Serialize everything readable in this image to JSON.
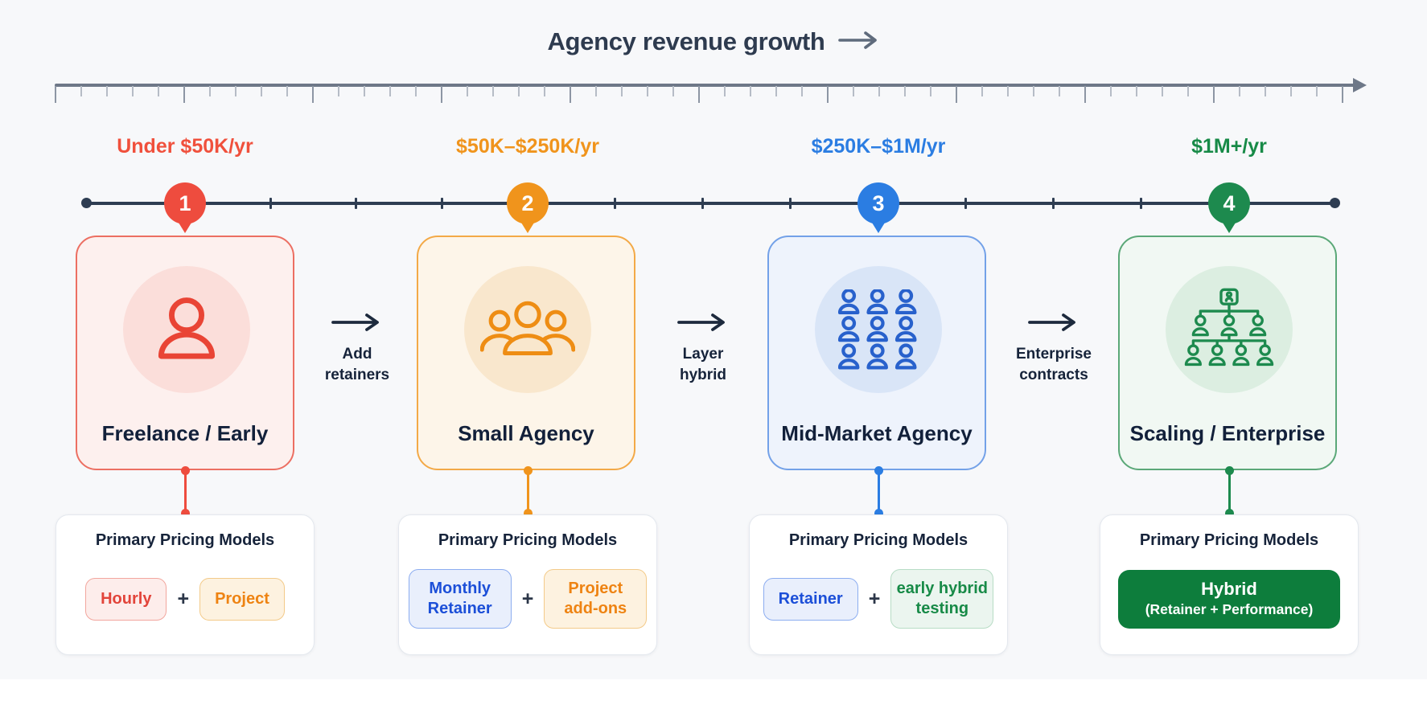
{
  "title": {
    "text": "Agency revenue growth"
  },
  "pricing_card_title": "Primary Pricing Models",
  "plus": "+",
  "transitions": [
    "Add retainers",
    "Layer hybrid",
    "Enterprise contracts"
  ],
  "stages": [
    {
      "number": "1",
      "revenue_label": "Under $50K/yr",
      "name": "Freelance / Early",
      "icon": "person-icon",
      "accent_color": "#ee4c3e",
      "pricing": {
        "pills": [
          "Hourly",
          "Project"
        ]
      }
    },
    {
      "number": "2",
      "revenue_label": "$50K–$250K/yr",
      "name": "Small Agency",
      "icon": "team-icon",
      "accent_color": "#f0941c",
      "pricing": {
        "pills": [
          "Monthly Retainer",
          "Project add-ons"
        ]
      }
    },
    {
      "number": "3",
      "revenue_label": "$250K–$1M/yr",
      "name": "Mid-Market Agency",
      "icon": "team-grid-icon",
      "accent_color": "#2b7de2",
      "pricing": {
        "pills": [
          "Retainer",
          "early hybrid testing"
        ]
      }
    },
    {
      "number": "4",
      "revenue_label": "$1M+/yr",
      "name": "Scaling / Enterprise",
      "icon": "org-chart-icon",
      "accent_color": "#1d8a4e",
      "pricing": {
        "hybrid_title": "Hybrid",
        "hybrid_sub": "(Retainer + Performance)"
      }
    }
  ]
}
